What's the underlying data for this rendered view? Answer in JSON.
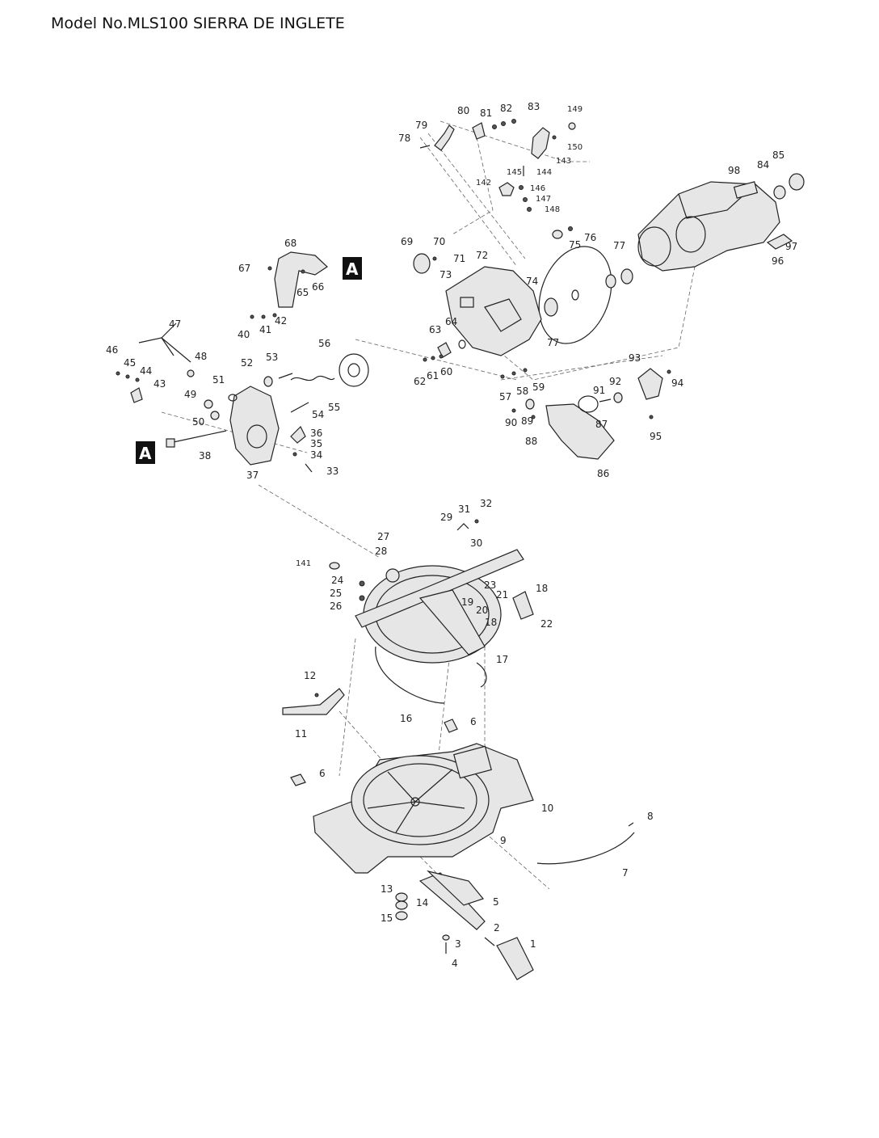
{
  "header": {
    "title": "Model No.MLS100 SIERRA DE INGLETE"
  },
  "reference_marks": [
    "A",
    "A"
  ],
  "callouts": [
    "1",
    "2",
    "3",
    "4",
    "5",
    "6",
    "6",
    "7",
    "8",
    "9",
    "10",
    "11",
    "12",
    "13",
    "14",
    "15",
    "16",
    "17",
    "18",
    "18",
    "19",
    "20",
    "21",
    "22",
    "23",
    "24",
    "25",
    "26",
    "27",
    "28",
    "29",
    "30",
    "31",
    "32",
    "33",
    "34",
    "35",
    "36",
    "37",
    "38",
    "40",
    "41",
    "42",
    "43",
    "44",
    "45",
    "46",
    "47",
    "48",
    "49",
    "50",
    "51",
    "52",
    "53",
    "54",
    "55",
    "56",
    "57",
    "58",
    "59",
    "60",
    "61",
    "62",
    "63",
    "64",
    "65",
    "66",
    "67",
    "68",
    "69",
    "70",
    "71",
    "72",
    "73",
    "74",
    "75",
    "76",
    "77",
    "77",
    "78",
    "79",
    "80",
    "81",
    "82",
    "83",
    "84",
    "85",
    "86",
    "87",
    "88",
    "89",
    "90",
    "91",
    "92",
    "93",
    "94",
    "95",
    "96",
    "97",
    "98",
    "141",
    "142",
    "143",
    "144",
    "145",
    "146",
    "147",
    "148",
    "149",
    "150"
  ]
}
